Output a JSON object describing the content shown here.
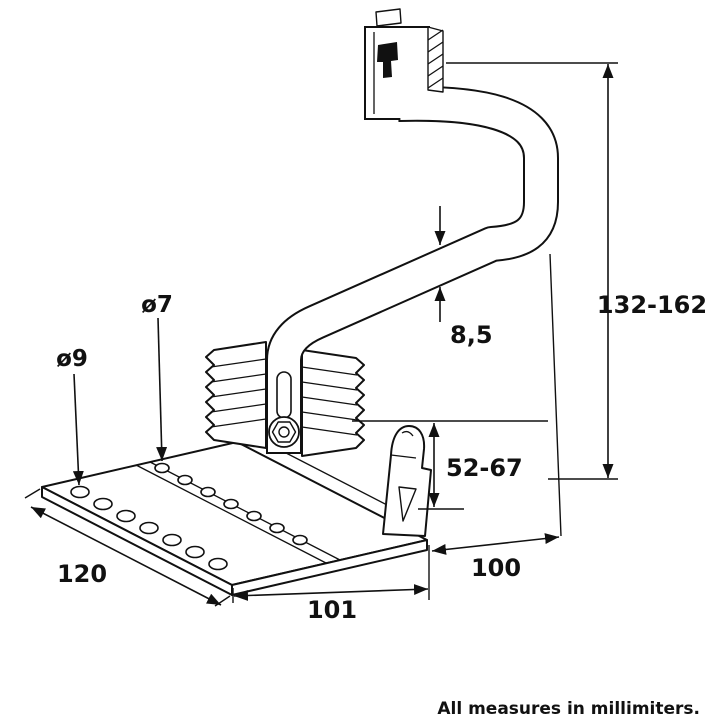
{
  "drawing": {
    "dimensions": {
      "total_height": "132-162",
      "arm_thickness": "8,5",
      "adjustable_height": "52-67",
      "depth": "100",
      "base_width": "101",
      "base_length": "120",
      "hole_small": "ø7",
      "hole_large": "ø9"
    },
    "footer_note": "All measures in millimiters.",
    "colors": {
      "line": "#111111",
      "background": "#ffffff"
    }
  }
}
